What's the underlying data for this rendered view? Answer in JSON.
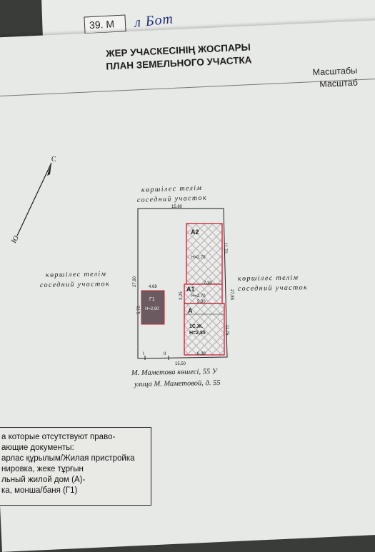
{
  "header": {
    "tag_number": "39. М",
    "handwriting": "л Бот"
  },
  "title": {
    "kazakh": "ЖЕР УЧАСКЕСІНІҢ ЖОСПАРЫ",
    "russian": "ПЛАН ЗЕМЕЛЬНОГО УЧАСТКА"
  },
  "scale": {
    "kazakh": "Масштабы",
    "russian": "Масштаб"
  },
  "compass": {
    "north": "С",
    "south": "Ю"
  },
  "neighbors": {
    "top_kz": "көршілес телім",
    "top_ru": "соседний участок",
    "left_kz": "көршілес телім",
    "left_ru": "соседний участок",
    "right_kz": "көршілес телім",
    "right_ru": "соседний участок"
  },
  "dimensions": {
    "top_width": "15,80",
    "bottom_width": "15,50",
    "left_height": "27,90",
    "right_height": "27,85",
    "g1_width": "4,68",
    "g1_height": "5,70",
    "a1_side": "3,25",
    "a_house_height": "11,75",
    "a2_height": "11,70",
    "a1_width": "5,30",
    "a_width": "5,30",
    "bottom_right": "6,30",
    "mid_right": "7,30"
  },
  "buildings": {
    "a2_label": "А2",
    "a2_height_label": "Н=2,70",
    "a1_label": "А1",
    "a1_height_label": "Н=2,70",
    "a_label": "А",
    "a_code": "1С.Ж.",
    "a_height_label": "Н=2,85",
    "g1_label": "Г1",
    "g1_height_label": "Н=2,60"
  },
  "gate": {
    "label_i": "I",
    "label_ii": "II"
  },
  "address": {
    "kazakh": "М. Маметова көшесі, 55 У",
    "russian": "улица М. Маметовой, д. 55"
  },
  "footnote": {
    "lines": [
      "а которые отсутствуют право-",
      "ающие документы:",
      "арлас құрылым/Жилая пристройка",
      "нировка, жеке тұрғын",
      "льный жилой дом (А)-",
      "ка, монша/баня (Г1)"
    ]
  },
  "colors": {
    "paper": "#e7e9e6",
    "hatch": "#c4223a",
    "shed_fill": "#6b5a5f",
    "ink": "#1c1c1c"
  }
}
